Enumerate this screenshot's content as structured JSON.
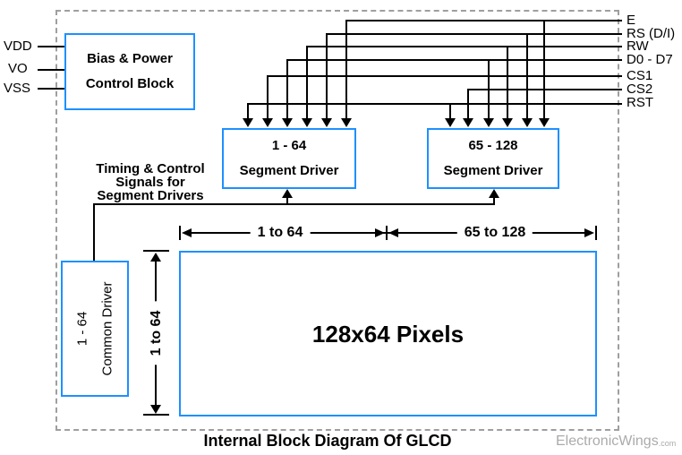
{
  "caption": "Internal Block Diagram Of GLCD",
  "watermark": {
    "brand": "ElectronicWings",
    "suffix": ".com"
  },
  "power_pins": [
    {
      "label": "VDD"
    },
    {
      "label": "VO"
    },
    {
      "label": "VSS"
    }
  ],
  "control_signals": [
    {
      "label": "E"
    },
    {
      "label": "RS (D/I)"
    },
    {
      "label": "RW"
    },
    {
      "label": "D0 - D7"
    },
    {
      "label": "CS1"
    },
    {
      "label": "CS2"
    },
    {
      "label": "RST"
    }
  ],
  "blocks": {
    "bias_power": {
      "line1": "Bias & Power",
      "line2": "Control Block"
    },
    "left_segment_driver": {
      "line1": "1 - 64",
      "line2": "Segment Driver"
    },
    "right_segment_driver": {
      "line1": "65 - 128",
      "line2": "Segment Driver"
    },
    "common_driver": {
      "line1": "1 - 64",
      "line2": "Common Driver"
    },
    "pixel_area": {
      "label": "128x64 Pixels"
    }
  },
  "annotations": {
    "timing_note": {
      "line1": "Timing & Control",
      "line2": "Signals for",
      "line3": "Segment Drivers"
    },
    "dimension_left_half": "1 to 64",
    "dimension_right_half": "65 to 128",
    "dimension_vertical": "1 to 64"
  },
  "colors": {
    "block_border": "#1e90ff",
    "dashed_border": "#9f9f9f",
    "line": "#000000",
    "watermark": "#ababab"
  }
}
